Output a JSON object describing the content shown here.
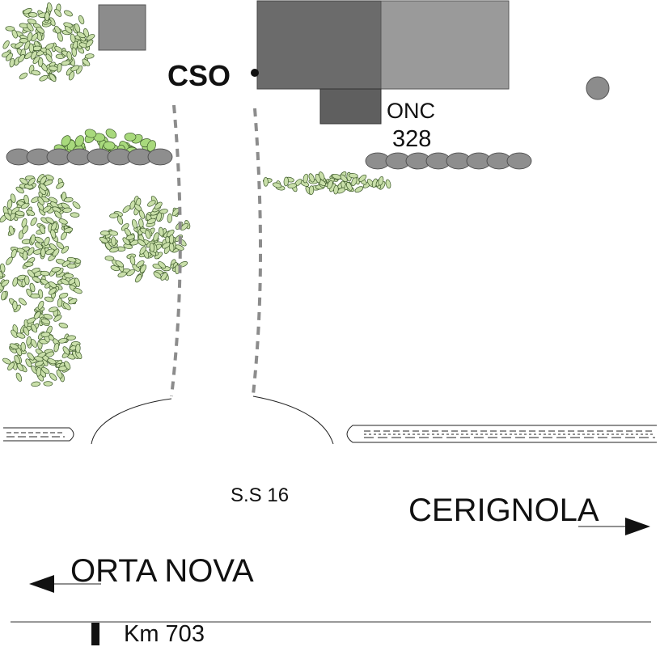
{
  "labels": {
    "site": "CSO",
    "station": "ONC",
    "station_number": "328",
    "road": "S.S 16",
    "direction_right": "CERIGNOLA",
    "direction_left": "ORTA NOVA",
    "kilometer_marker": "Km 703"
  },
  "colors": {
    "building_dark": "#6b6b6b",
    "building_light": "#9a9a9a",
    "building_annex": "#5f5f5f",
    "small_building": "#8c8c8c",
    "vegetation_light": "#a8d97c",
    "vegetation_pale": "#c9dfa9",
    "stone": "#8e8e8e",
    "path_dash": "#8c8c8c",
    "ink": "#111111"
  }
}
